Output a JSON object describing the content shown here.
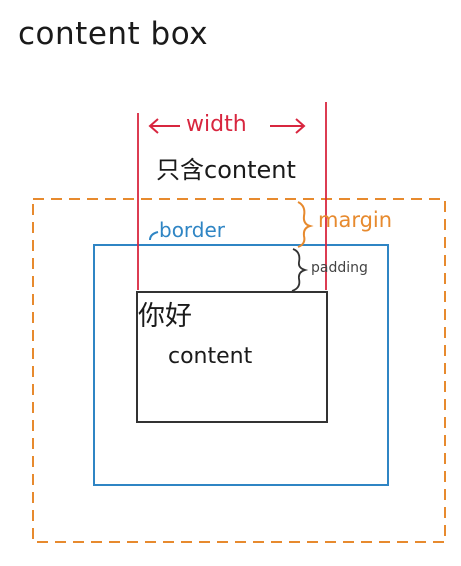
{
  "title": "content box",
  "labels": {
    "width": "width",
    "only_content": "只含content",
    "margin": "margin",
    "border": "border",
    "padding": "padding",
    "hello": "你好",
    "content": "content"
  },
  "colors": {
    "width": "#d8263f",
    "margin": "#e78a2e",
    "border": "#2f85c4",
    "content_box": "#333333",
    "text": "#1a1a1a"
  }
}
